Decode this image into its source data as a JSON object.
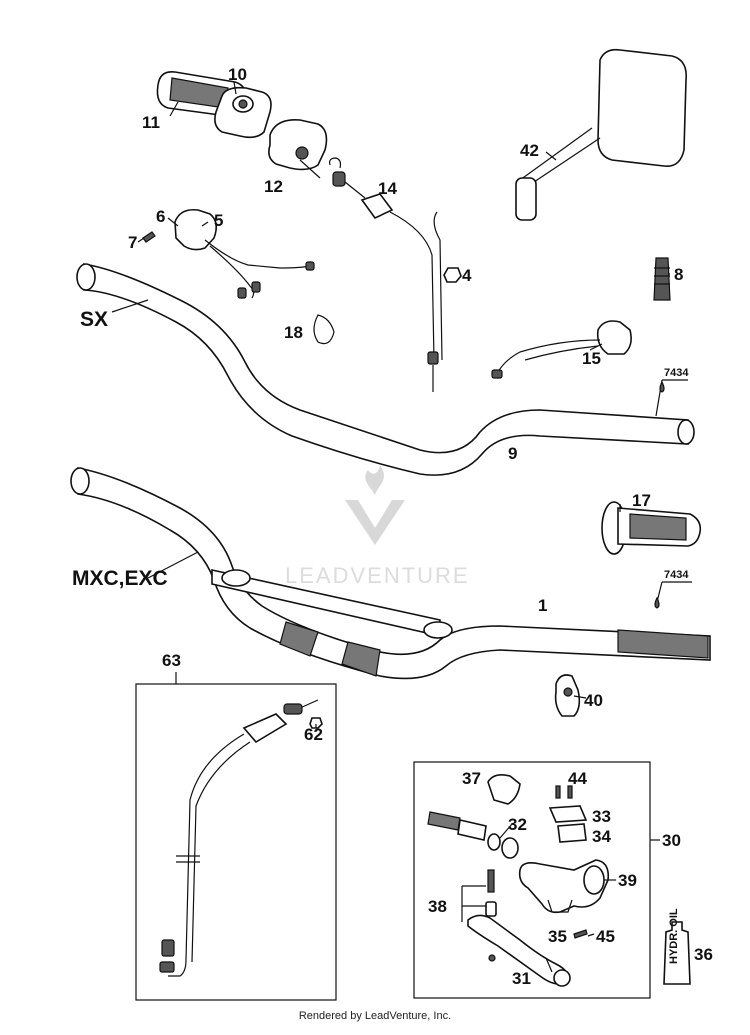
{
  "watermark": {
    "text": "LEADVENTURE"
  },
  "labels": {
    "l1": "1",
    "l4": "4",
    "l5": "5",
    "l6": "6",
    "l7": "7",
    "l8": "8",
    "l9": "9",
    "l10": "10",
    "l11": "11",
    "l12": "12",
    "l14": "14",
    "l15": "15",
    "l17": "17",
    "l18": "18",
    "l30": "30",
    "l31": "31",
    "l32": "32",
    "l33": "33",
    "l34": "34",
    "l35": "35",
    "l36": "36",
    "l37": "37",
    "l38": "38",
    "l39": "39",
    "l40": "40",
    "l42": "42",
    "l44": "44",
    "l45": "45",
    "l62": "62",
    "l63": "63",
    "sx": "SX",
    "mxc": "MXC,EXC",
    "loctite_a": "7434",
    "loctite_b": "7434",
    "oil_label": "HYDR. OIL"
  },
  "footer": {
    "text": "Rendered by LeadVenture, Inc."
  }
}
